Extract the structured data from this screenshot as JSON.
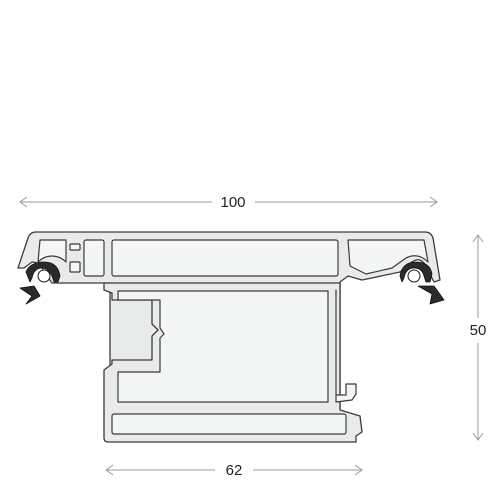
{
  "dimensions": {
    "top_width": {
      "label": "100"
    },
    "bottom_width": {
      "label": "62"
    },
    "height": {
      "label": "50"
    }
  }
}
